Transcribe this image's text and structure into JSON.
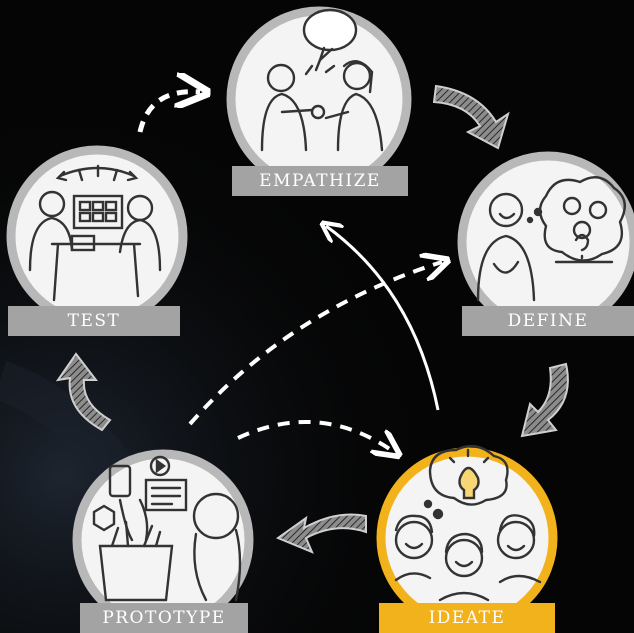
{
  "stages": {
    "empathize": {
      "label": "EMPATHIZE",
      "active": false
    },
    "define": {
      "label": "DEFINE",
      "active": false
    },
    "ideate": {
      "label": "IDEATE",
      "active": true
    },
    "prototype": {
      "label": "PROTOTYPE",
      "active": false
    },
    "test": {
      "label": "TEST",
      "active": false
    }
  },
  "colors": {
    "background": "#050505",
    "label_gray": "#a3a3a3",
    "accent": "#f2b21b",
    "line": "#ffffff"
  }
}
